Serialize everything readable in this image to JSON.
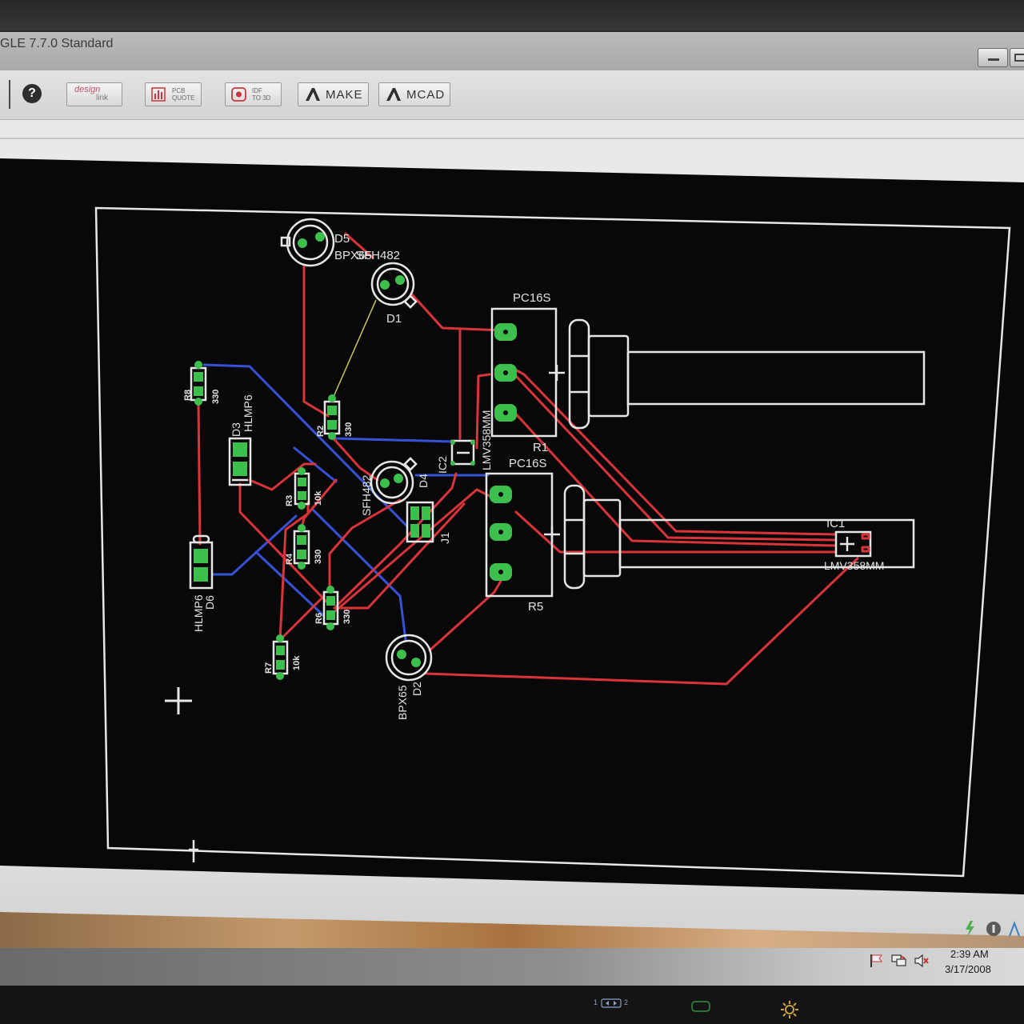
{
  "window": {
    "title": "GLE 7.7.0 Standard",
    "controls": [
      "minimize-icon",
      "maximize-icon"
    ]
  },
  "toolbar": {
    "help": {
      "icon": "help-icon",
      "label": "?"
    },
    "design_link": {
      "line1": "design",
      "line2": "link"
    },
    "pcb_quote": {
      "icon": "pcb-quote-icon",
      "line1": "PCB",
      "line2": "QUOTE"
    },
    "idf_to_3d": {
      "icon": "idf-to-3d-icon",
      "line1": "IDF",
      "line2": "TO 3D"
    },
    "make": {
      "icon": "autodesk-icon",
      "label": "MAKE"
    },
    "mcad": {
      "icon": "autodesk-icon",
      "label": "MCAD"
    }
  },
  "colors": {
    "canvas": "#080808",
    "silkscreen": "#e6e6e6",
    "top_layer": "#d8343a",
    "bottom_layer": "#3651d4",
    "airwire": "#c8c858",
    "pad": "#3cbf4c"
  },
  "board": {
    "components": {
      "d5": {
        "name": "D5",
        "value": "BPX65"
      },
      "d1": {
        "name": "D1",
        "value": "SFH482"
      },
      "r1": {
        "name": "R1",
        "package": "PC16S"
      },
      "r5": {
        "name": "R5",
        "package": "PC16S"
      },
      "ic1": {
        "name": "IC1",
        "value": "LMV358MM"
      },
      "ic2": {
        "name": "IC2",
        "value": "LMV358MM"
      },
      "r8": {
        "name": "R8",
        "value": "330"
      },
      "d3": {
        "name": "D3",
        "value": "HLMP6"
      },
      "r2": {
        "name": "R2",
        "value": "330"
      },
      "d4": {
        "name": "D4",
        "value": "SFH482"
      },
      "j1": {
        "name": "J1"
      },
      "r3": {
        "name": "R3",
        "value": "10k"
      },
      "r4": {
        "name": "R4",
        "value": "330"
      },
      "r6": {
        "name": "R6",
        "value": "330"
      },
      "r7": {
        "name": "R7",
        "value": "10k"
      },
      "d6": {
        "name": "D6",
        "value": "HLMP6"
      },
      "d2": {
        "name": "D2",
        "value": "BPX65"
      }
    }
  },
  "status_icons": [
    "power-icon",
    "info-icon"
  ],
  "taskbar": {
    "tray_icons": [
      "flag-icon",
      "network-icon",
      "volume-icon"
    ],
    "time": "2:39 AM",
    "date": "3/17/2008"
  },
  "monitor": {
    "input_labels": [
      "1",
      "2"
    ],
    "icons": [
      "input-switch-icon",
      "power-led-icon",
      "brightness-icon"
    ]
  }
}
